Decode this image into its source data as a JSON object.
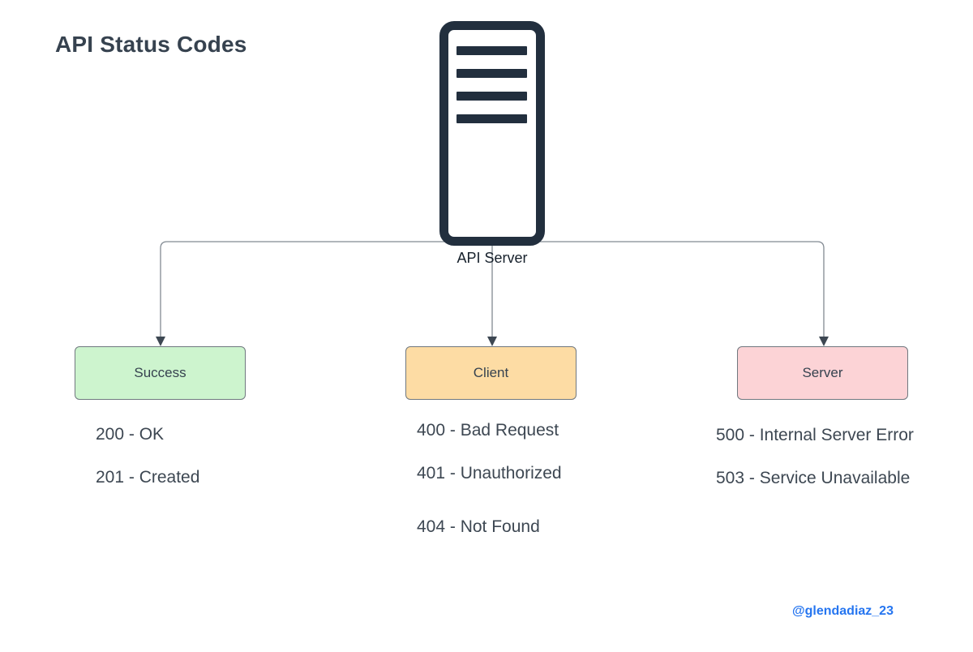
{
  "title": "API Status Codes",
  "server": {
    "label": "API Server",
    "icon": "server-rack-icon"
  },
  "branches": [
    {
      "label": "Success",
      "fill": "#cdf4ce",
      "codes": [
        "200 - OK",
        "201 - Created"
      ]
    },
    {
      "label": "Client",
      "fill": "#fddca4",
      "codes": [
        "400 - Bad Request",
        "401 - Unauthorized",
        "404 - Not Found"
      ]
    },
    {
      "label": "Server",
      "fill": "#fcd3d6",
      "codes": [
        "500 - Internal Server Error",
        "503 - Service Unavailable"
      ]
    }
  ],
  "footer": {
    "handle": "@glendadiaz_23"
  },
  "colors": {
    "title_text": "#36424f",
    "icon_dark": "#222f3e",
    "connector_line": "#828a92",
    "arrowhead": "#3d4752",
    "box_border": "#70787f",
    "code_text": "#3d4752",
    "handle_blue": "#2575f0",
    "background": "#ffffff"
  }
}
